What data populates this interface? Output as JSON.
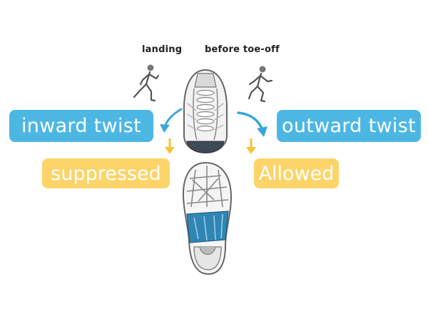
{
  "phases": {
    "landing": "landing",
    "before_toe_off": "before toe-off"
  },
  "labels": {
    "inward_twist": "inward twist",
    "outward_twist": "outward twist",
    "suppressed": "suppressed",
    "allowed": "Allowed"
  },
  "colors": {
    "blue_pill": "#4DB7E4",
    "yellow_pill": "#FCD46A",
    "yellow_arrow": "#F6C33A",
    "blue_arrow": "#3AA6D9",
    "support_blue": "#2F86B4"
  },
  "icons": [
    "runner-landing-icon",
    "runner-toe-off-icon",
    "shoe-top-view",
    "shoe-sole-view"
  ]
}
